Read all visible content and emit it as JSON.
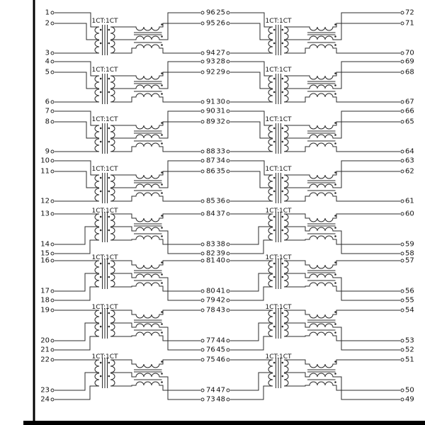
{
  "diagram": {
    "title": "transformer-array-schematic",
    "transformer_label": "1CT:1CT",
    "colors": {
      "wire": "#2b2b2b",
      "text": "#111111",
      "border": "#000000",
      "background": "#ffffff"
    },
    "rows": [
      {
        "orientation": "normal",
        "left_pins": [
          "1",
          "2",
          "3"
        ],
        "mid_out": [
          "96",
          "95",
          "94"
        ],
        "mid_in": [
          "25",
          "26",
          "27"
        ],
        "right_pins": [
          "72",
          "71",
          "70"
        ]
      },
      {
        "orientation": "normal",
        "left_pins": [
          "4",
          "5",
          "6"
        ],
        "mid_out": [
          "93",
          "92",
          "91"
        ],
        "mid_in": [
          "28",
          "29",
          "30"
        ],
        "right_pins": [
          "69",
          "68",
          "67"
        ]
      },
      {
        "orientation": "normal",
        "left_pins": [
          "7",
          "8",
          "9"
        ],
        "mid_out": [
          "90",
          "89",
          "88"
        ],
        "mid_in": [
          "31",
          "32",
          "33"
        ],
        "right_pins": [
          "66",
          "65",
          "64"
        ]
      },
      {
        "orientation": "normal",
        "left_pins": [
          "10",
          "11",
          "12"
        ],
        "mid_out": [
          "87",
          "86",
          "85"
        ],
        "mid_in": [
          "34",
          "35",
          "36"
        ],
        "right_pins": [
          "63",
          "62",
          "61"
        ]
      },
      {
        "orientation": "flipped",
        "left_pins": [
          "13",
          "14",
          "15"
        ],
        "mid_out": [
          "84",
          "83",
          "82"
        ],
        "mid_in": [
          "37",
          "38",
          "39"
        ],
        "right_pins": [
          "60",
          "59",
          "58"
        ]
      },
      {
        "orientation": "flipped",
        "left_pins": [
          "16",
          "17",
          "18"
        ],
        "mid_out": [
          "81",
          "80",
          "79"
        ],
        "mid_in": [
          "40",
          "41",
          "42"
        ],
        "right_pins": [
          "57",
          "56",
          "55"
        ]
      },
      {
        "orientation": "flipped",
        "left_pins": [
          "19",
          "20",
          "21"
        ],
        "mid_out": [
          "78",
          "77",
          "76"
        ],
        "mid_in": [
          "43",
          "44",
          "45"
        ],
        "right_pins": [
          "54",
          "53",
          "52"
        ]
      },
      {
        "orientation": "flipped",
        "left_pins": [
          "22",
          "23",
          "24"
        ],
        "mid_out": [
          "75",
          "74",
          "73"
        ],
        "mid_in": [
          "46",
          "47",
          "48"
        ],
        "right_pins": [
          "51",
          "50",
          "49"
        ]
      }
    ]
  }
}
